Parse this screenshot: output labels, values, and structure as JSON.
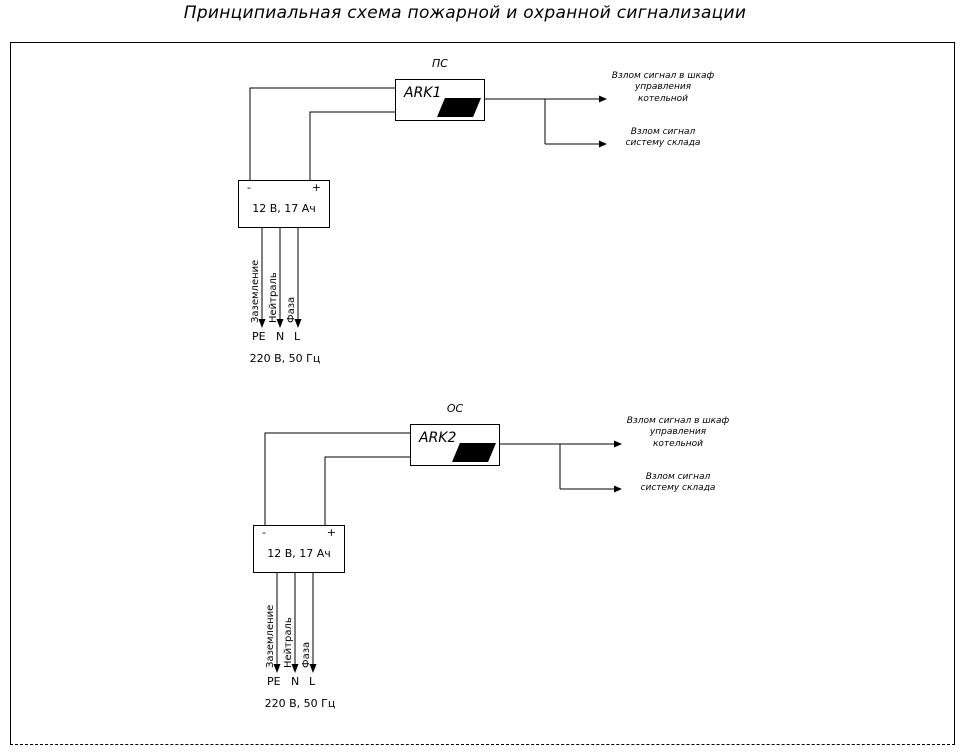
{
  "title": "Принципиальная схема пожарной и охранной сигнализации",
  "colors": {
    "line": "#000000",
    "background": "#ffffff",
    "indicator": "#000000"
  },
  "diagrams": [
    {
      "system_label": "ПС",
      "device_label": "ARK1",
      "battery": {
        "minus_terminal": "-",
        "plus_terminal": "+",
        "capacity": "12 В, 17 Ач"
      },
      "wire_labels": [
        "Заземление",
        "Нейтраль",
        "Фаза"
      ],
      "terminal_labels": [
        "PE",
        "N",
        "L"
      ],
      "power_supply": "220 В, 50 Гц",
      "outputs": [
        {
          "lines": [
            "Взлом сигнал в шкаф",
            "управления",
            "котельной"
          ]
        },
        {
          "lines": [
            "Взлом сигнал",
            "систему склада"
          ]
        }
      ]
    },
    {
      "system_label": "ОС",
      "device_label": "ARK2",
      "battery": {
        "minus_terminal": "-",
        "plus_terminal": "+",
        "capacity": "12 В, 17 Ач"
      },
      "wire_labels": [
        "Заземление",
        "Нейтраль",
        "Фаза"
      ],
      "terminal_labels": [
        "PE",
        "N",
        "L"
      ],
      "power_supply": "220 В, 50 Гц",
      "outputs": [
        {
          "lines": [
            "Взлом сигнал в шкаф",
            "управления",
            "котельной"
          ]
        },
        {
          "lines": [
            "Взлом сигнал",
            "систему склада"
          ]
        }
      ]
    }
  ]
}
